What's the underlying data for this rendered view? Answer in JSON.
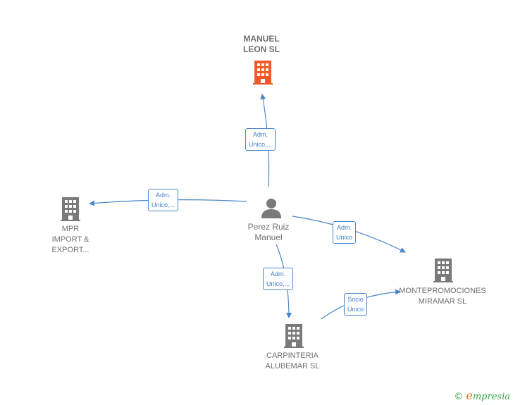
{
  "colors": {
    "edge": "#4a86c8",
    "company": "#7a7a7a",
    "company_focus": "#f05a28",
    "person": "#7a7a7a"
  },
  "nodes": {
    "manuel_leon": {
      "line1": "MANUEL",
      "line2": "LEON  SL",
      "icon": "building-icon"
    },
    "mpr": {
      "line1": "MPR",
      "line2": "IMPORT &",
      "line3": "EXPORT...",
      "icon": "building-icon"
    },
    "perez": {
      "line1": "Perez Ruiz",
      "line2": "Manuel",
      "icon": "person-icon"
    },
    "montepromociones": {
      "line1": "MONTEPROMOCIONES",
      "line2": "MIRAMAR  SL",
      "icon": "building-icon"
    },
    "carpinteria": {
      "line1": "CARPINTERIA",
      "line2": "ALUBEMAR  SL",
      "icon": "building-icon"
    }
  },
  "edges": {
    "to_manuel_leon": {
      "line1": "Adm.",
      "line2": "Unico,..."
    },
    "to_mpr": {
      "line1": "Adm.",
      "line2": "Unico,..."
    },
    "to_montepromociones": {
      "line1": "Adm.",
      "line2": "Unico"
    },
    "to_carpinteria": {
      "line1": "Adm.",
      "line2": "Unico,..."
    },
    "carpinteria_to_monte": {
      "line1": "Socio",
      "line2": "Único"
    }
  },
  "brand": {
    "copyright": "©",
    "initial": "e",
    "rest": "mpresia"
  }
}
